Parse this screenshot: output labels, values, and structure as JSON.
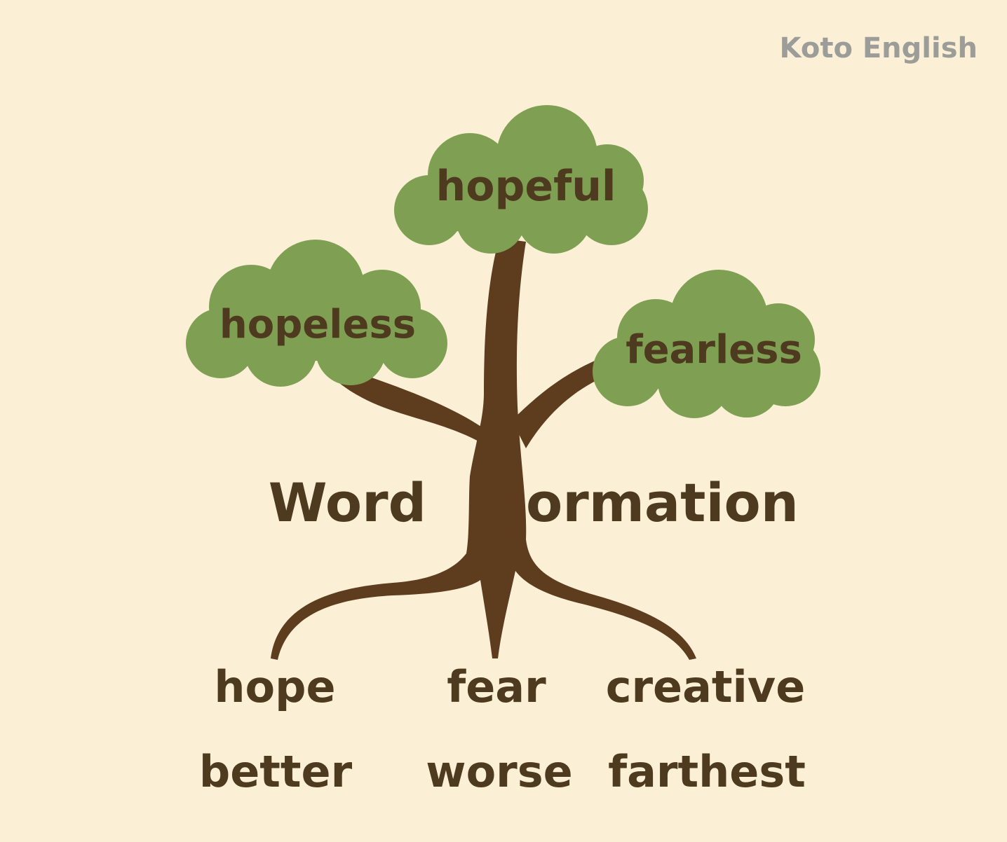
{
  "brand": "Koto English",
  "title": {
    "left": "Word",
    "right": "ormation"
  },
  "leaves": {
    "top": "hopeful",
    "left": "hopeless",
    "right": "fearless"
  },
  "roots": {
    "row1": [
      "hope",
      "fear",
      "creative"
    ],
    "row2": [
      "better",
      "worse",
      "farthest"
    ]
  },
  "colors": {
    "background": "#fbf0d6",
    "foliage": "#7fa052",
    "trunk": "#5e3d1f",
    "text": "#4e3a1f",
    "brand_text": "#9c9c98"
  }
}
